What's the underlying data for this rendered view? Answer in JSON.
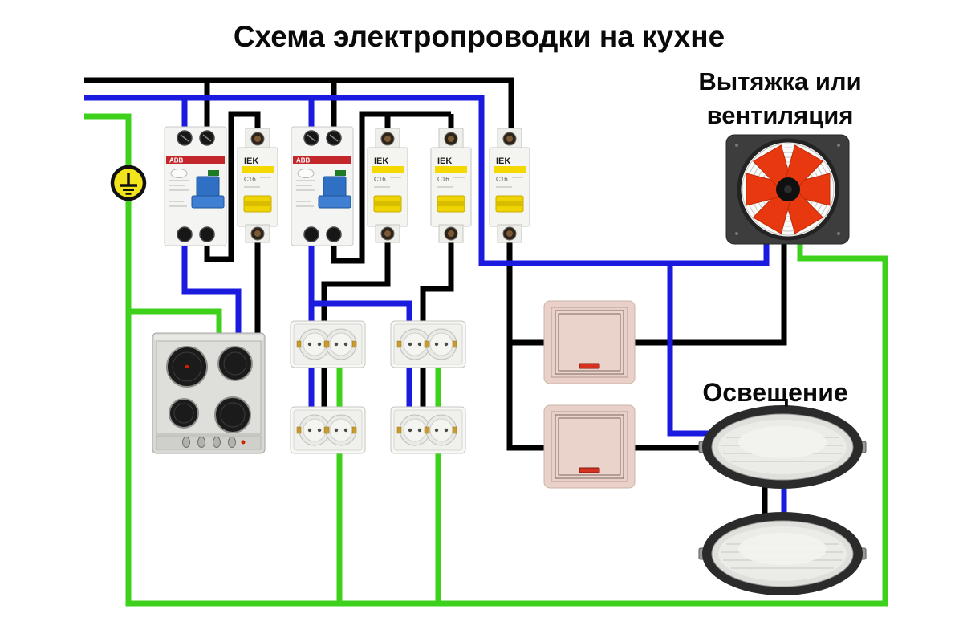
{
  "title": "Схема электропроводки на кухне",
  "labels": {
    "fan_line1": "Вытяжка или",
    "fan_line2": "вентиляция",
    "lighting": "Освещение"
  },
  "devices": {
    "rcd": {
      "brand": "ABB",
      "count": 2
    },
    "breaker": {
      "brand": "IEK",
      "rating": "C16",
      "count": 4
    },
    "stove": {
      "type": "electric cooktop",
      "burners": 4
    },
    "sockets": {
      "type": "double schuko outlet",
      "count": 4
    },
    "switches": {
      "type": "one-key switch with indicator",
      "count": 2
    },
    "fan": {
      "type": "axial exhaust fan"
    },
    "lamps": {
      "type": "oval bulkhead lamp",
      "count": 2
    }
  },
  "icons": {
    "ground_symbol": "earth-ground"
  },
  "wire_colors": {
    "phase": "#000000",
    "neutral": "#1b1be0",
    "ground": "#3ed11c"
  },
  "connections": [
    "phase and neutral top buses feed RCD-1, RCD-2 and breaker-4",
    "RCD-1 output -> breaker-1 -> stove",
    "RCD-2 output -> breaker-2 -> left socket column",
    "RCD-2 output -> breaker-3 -> right socket column",
    "breaker-4 -> switch-1 -> exhaust fan",
    "breaker-4 -> switch-2 -> lamp-1 -> lamp-2",
    "ground bus loops from entry through sockets, stove and fan frame"
  ]
}
